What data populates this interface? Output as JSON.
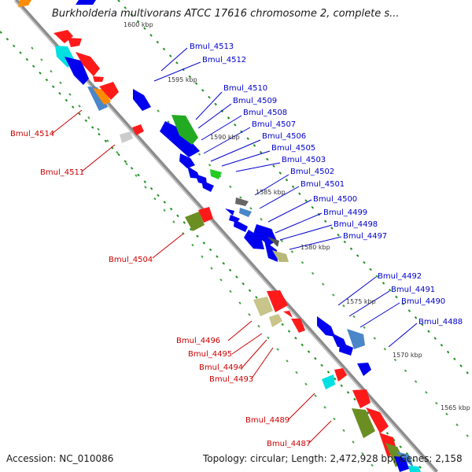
{
  "title": "Burkholderia multivorans ATCC 17616 chromosome 2, complete s...",
  "footer": {
    "accession": "Accession: NC_010086",
    "summary": "Topology: circular; Length: 2,472,928 bp; Genes: 2,158"
  },
  "colors": {
    "backbone": "#8c8c8c",
    "tick_dots": "#1f8f1f",
    "forward_label": "#0000cc",
    "reverse_label": "#cc0000"
  },
  "ticks": [
    "1600 kbp",
    "1595 kbp",
    "1590 kbp",
    "1585 kbp",
    "1580 kbp",
    "1575 kbp",
    "1570 kbp",
    "1565 kbp"
  ],
  "forward_labels": [
    "Bmul_4513",
    "Bmul_4512",
    "Bmul_4510",
    "Bmul_4509",
    "Bmul_4508",
    "Bmul_4507",
    "Bmul_4506",
    "Bmul_4505",
    "Bmul_4503",
    "Bmul_4502",
    "Bmul_4501",
    "Bmul_4500",
    "Bmul_4499",
    "Bmul_4498",
    "Bmul_4497",
    "Bmul_4492",
    "Bmul_4491",
    "Bmul_4490",
    "Bmul_4488"
  ],
  "reverse_labels": [
    "Bmul_4514",
    "Bmul_4511",
    "Bmul_4504",
    "Bmul_4496",
    "Bmul_4495",
    "Bmul_4494",
    "Bmul_4493",
    "Bmul_4489",
    "Bmul_4487"
  ]
}
